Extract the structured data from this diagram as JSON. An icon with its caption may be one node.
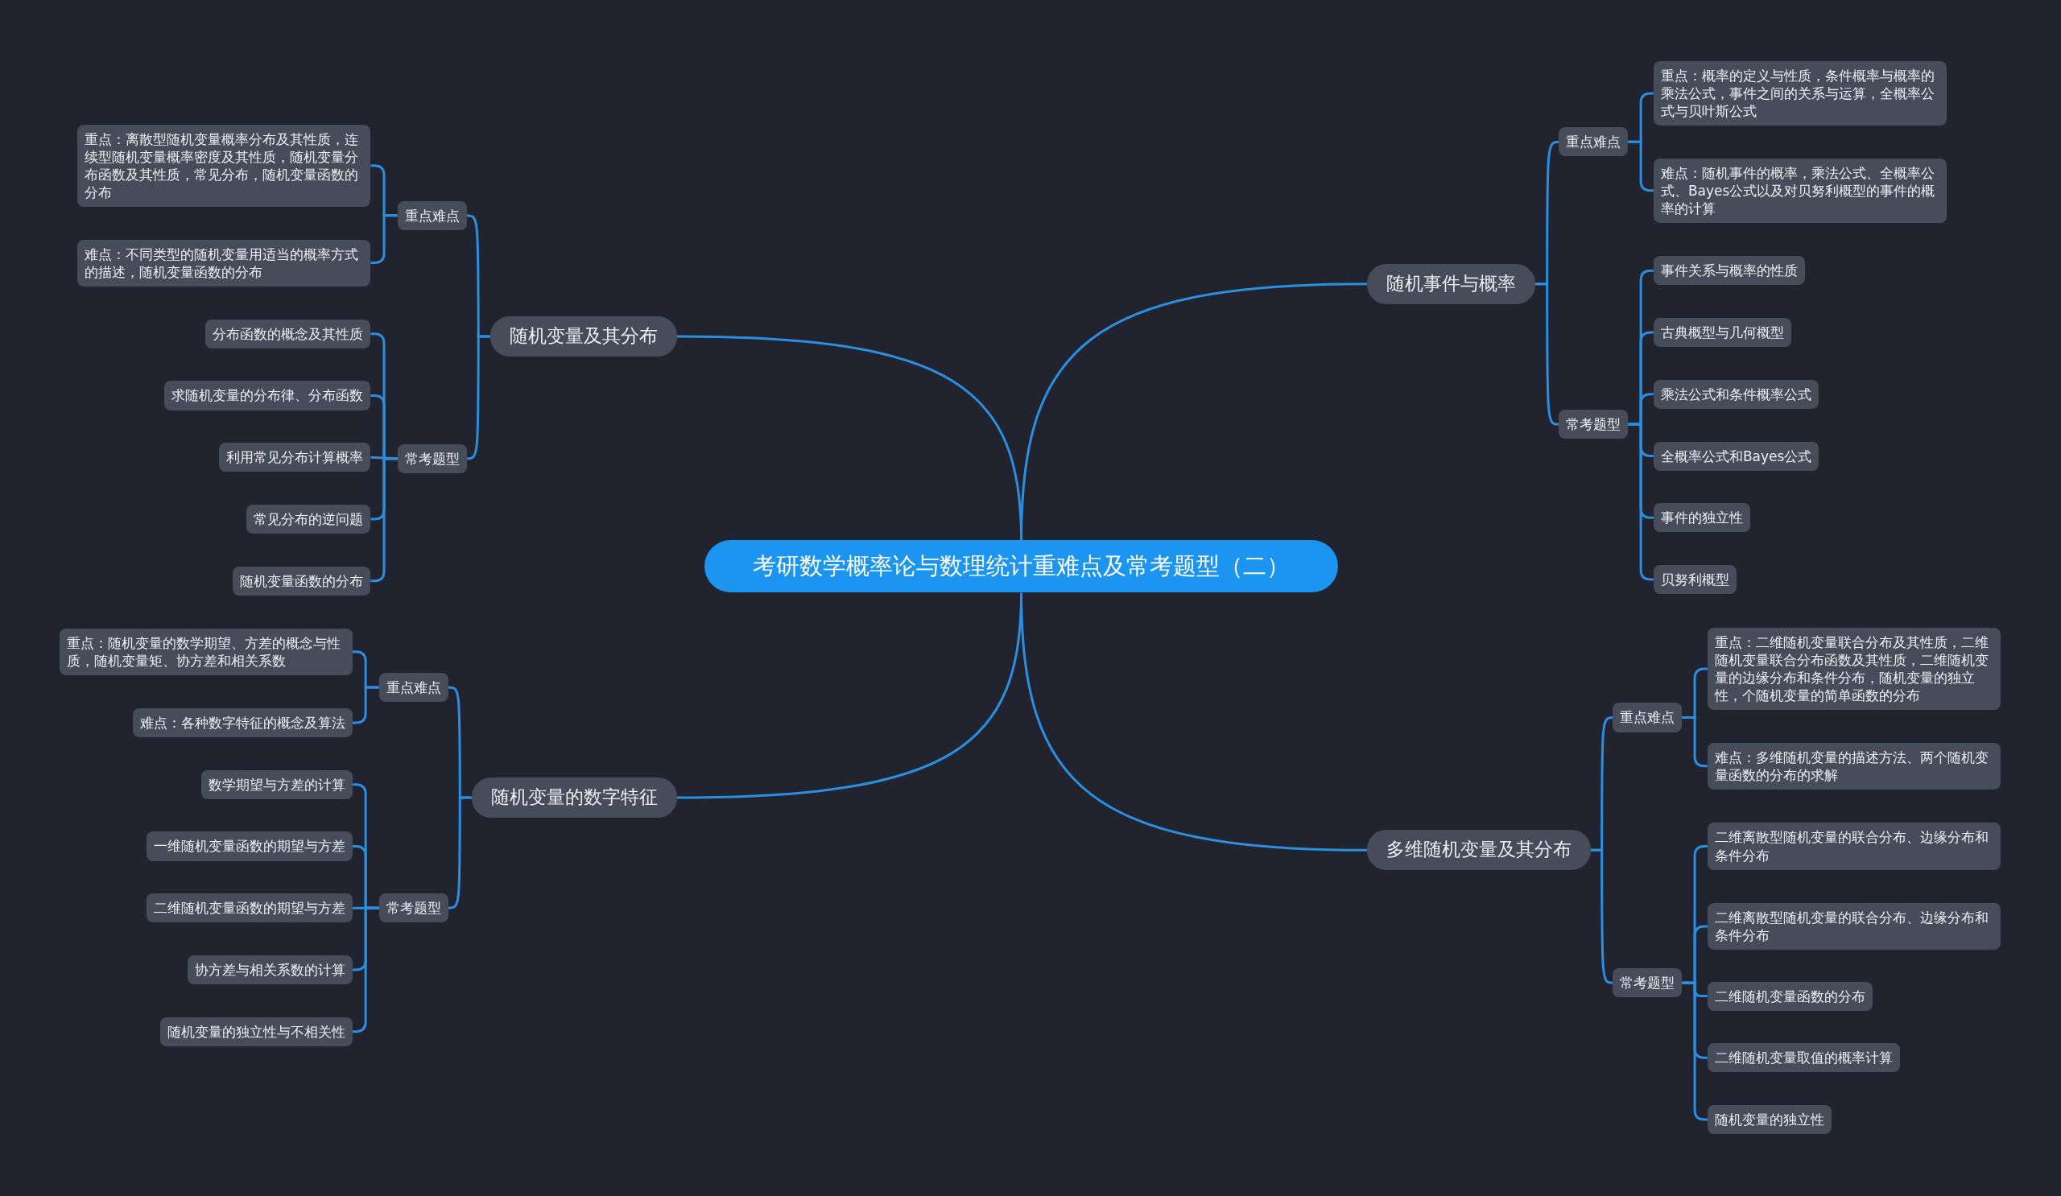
{
  "diagram": {
    "nodes": [
      {
        "text": [
          "考研数学概率论与数理统计重难点及常考题型（二）"
        ]
      },
      {
        "text": [
          "随机变量及其分布"
        ]
      },
      {
        "text": [
          "重点难点"
        ]
      },
      {
        "text": [
          "重点：离散型随机变量概率分布及其性质，连续型随机变量概率密度及其性质，随机变量分布函数及其性质，常见分布，随机变量函数的分布"
        ]
      },
      {
        "text": [
          "难点：不同类型的随机变量用适当的概率方式的描述，随机变量函数的分布"
        ]
      },
      {
        "text": [
          "常考题型"
        ]
      },
      {
        "text": [
          "分布函数的概念及其性质"
        ]
      },
      {
        "text": [
          "求随机变量的分布律、分布函数"
        ]
      },
      {
        "text": [
          "利用常见分布计算概率"
        ]
      },
      {
        "text": [
          "常见分布的逆问题"
        ]
      },
      {
        "text": [
          "随机变量函数的分布"
        ]
      },
      {
        "text": [
          "随机变量的数字特征"
        ]
      },
      {
        "text": [
          "重点难点"
        ]
      },
      {
        "text": [
          "重点：随机变量的数学期望、方差的概念与性质，随机变量矩、协方差和相关系数"
        ]
      },
      {
        "text": [
          "难点：各种数字特征的概念及算法"
        ]
      },
      {
        "text": [
          "常考题型"
        ]
      },
      {
        "text": [
          "数学期望与方差的计算"
        ]
      },
      {
        "text": [
          "一维随机变量函数的期望与方差"
        ]
      },
      {
        "text": [
          "二维随机变量函数的期望与方差"
        ]
      },
      {
        "text": [
          "协方差与相关系数的计算"
        ]
      },
      {
        "text": [
          "随机变量的独立性与不相关性"
        ]
      },
      {
        "text": [
          "随机事件与概率"
        ]
      },
      {
        "text": [
          "重点难点"
        ]
      },
      {
        "text": [
          "重点：概率的定义与性质，条件概率与概率的乘法公式，事件之间的关系与运算，全概率公式与贝叶斯公式"
        ]
      },
      {
        "text": [
          "难点：随机事件的概率，乘法公式、全概率公式、Bayes公式以及对贝努利概型的事件的概率的计算"
        ]
      },
      {
        "text": [
          "常考题型"
        ]
      },
      {
        "text": [
          "事件关系与概率的性质"
        ]
      },
      {
        "text": [
          "古典概型与几何概型"
        ]
      },
      {
        "text": [
          "乘法公式和条件概率公式"
        ]
      },
      {
        "text": [
          "全概率公式和Bayes公式"
        ]
      },
      {
        "text": [
          "事件的独立性"
        ]
      },
      {
        "text": [
          "贝努利概型"
        ]
      },
      {
        "text": [
          "多维随机变量及其分布"
        ]
      },
      {
        "text": [
          "重点难点"
        ]
      },
      {
        "text": [
          "重点：二维随机变量联合分布及其性质，二维随机变量联合分布函数及其性质，二维随机变量的边缘分布和条件分布，随机变量的独立性，个随机变量的简单函数的分布"
        ]
      },
      {
        "text": [
          "难点：多维随机变量的描述方法、两个随机变量函数的分布的求解"
        ]
      },
      {
        "text": [
          "常考题型"
        ]
      },
      {
        "text": [
          "二维离散型随机变量的联合分布、边缘分布和条件分布"
        ]
      },
      {
        "text": [
          "二维离散型随机变量的联合分布、边缘分布和条件分布"
        ]
      },
      {
        "text": [
          "二维随机变量函数的分布"
        ]
      },
      {
        "text": [
          "二维随机变量取值的概率计算"
        ]
      },
      {
        "text": [
          "随机变量的独立性"
        ]
      }
    ],
    "edges": [
      {
        "from": 0,
        "to": 1,
        "arrow": "none"
      },
      {
        "from": 1,
        "to": 2,
        "arrow": "none"
      },
      {
        "from": 2,
        "to": 3,
        "arrow": "none"
      },
      {
        "from": 2,
        "to": 4,
        "arrow": "none"
      },
      {
        "from": 1,
        "to": 5,
        "arrow": "none"
      },
      {
        "from": 5,
        "to": 6,
        "arrow": "none"
      },
      {
        "from": 5,
        "to": 7,
        "arrow": "none"
      },
      {
        "from": 5,
        "to": 8,
        "arrow": "none"
      },
      {
        "from": 5,
        "to": 9,
        "arrow": "none"
      },
      {
        "from": 5,
        "to": 10,
        "arrow": "none"
      },
      {
        "from": 0,
        "to": 11,
        "arrow": "none"
      },
      {
        "from": 11,
        "to": 12,
        "arrow": "none"
      },
      {
        "from": 12,
        "to": 13,
        "arrow": "none"
      },
      {
        "from": 12,
        "to": 14,
        "arrow": "none"
      },
      {
        "from": 11,
        "to": 15,
        "arrow": "none"
      },
      {
        "from": 15,
        "to": 16,
        "arrow": "none"
      },
      {
        "from": 15,
        "to": 17,
        "arrow": "none"
      },
      {
        "from": 15,
        "to": 18,
        "arrow": "none"
      },
      {
        "from": 15,
        "to": 19,
        "arrow": "none"
      },
      {
        "from": 15,
        "to": 20,
        "arrow": "none"
      },
      {
        "from": 0,
        "to": 21,
        "arrow": "none"
      },
      {
        "from": 21,
        "to": 22,
        "arrow": "none"
      },
      {
        "from": 22,
        "to": 23,
        "arrow": "none"
      },
      {
        "from": 22,
        "to": 24,
        "arrow": "none"
      },
      {
        "from": 21,
        "to": 25,
        "arrow": "none"
      },
      {
        "from": 25,
        "to": 26,
        "arrow": "none"
      },
      {
        "from": 25,
        "to": 27,
        "arrow": "none"
      },
      {
        "from": 25,
        "to": 28,
        "arrow": "none"
      },
      {
        "from": 25,
        "to": 29,
        "arrow": "none"
      },
      {
        "from": 25,
        "to": 30,
        "arrow": "none"
      },
      {
        "from": 25,
        "to": 31,
        "arrow": "none"
      },
      {
        "from": 0,
        "to": 32,
        "arrow": "none"
      },
      {
        "from": 32,
        "to": 33,
        "arrow": "none"
      },
      {
        "from": 33,
        "to": 34,
        "arrow": "none"
      },
      {
        "from": 33,
        "to": 35,
        "arrow": "none"
      },
      {
        "from": 32,
        "to": 36,
        "arrow": "none"
      },
      {
        "from": 36,
        "to": 37,
        "arrow": "none"
      },
      {
        "from": 36,
        "to": 38,
        "arrow": "none"
      },
      {
        "from": 36,
        "to": 39,
        "arrow": "none"
      },
      {
        "from": 36,
        "to": 40,
        "arrow": "none"
      },
      {
        "from": 36,
        "to": 41,
        "arrow": "none"
      }
    ]
  }
}
